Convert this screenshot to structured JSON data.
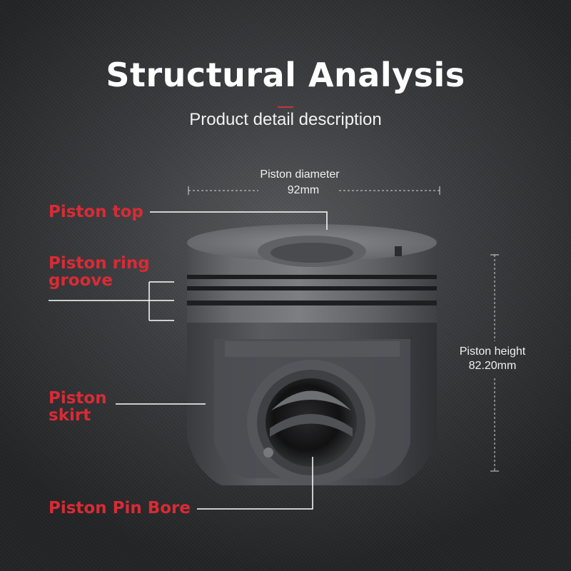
{
  "header": {
    "title": "Structural Analysis",
    "subtitle": "Product detail description"
  },
  "dimensions": {
    "diameter_label": "Piston diameter",
    "diameter_value": "92mm",
    "height_label": "Piston height",
    "height_value": "82.20mm"
  },
  "callouts": {
    "piston_top": "Piston top",
    "ring_groove_line1": "Piston ring",
    "ring_groove_line2": "groove",
    "skirt_line1": "Piston",
    "skirt_line2": "skirt",
    "pin_bore": "Piston Pin Bore"
  },
  "colors": {
    "callout_red": "#d92b35",
    "background": "#3c3d40",
    "text_white": "#ffffff"
  }
}
